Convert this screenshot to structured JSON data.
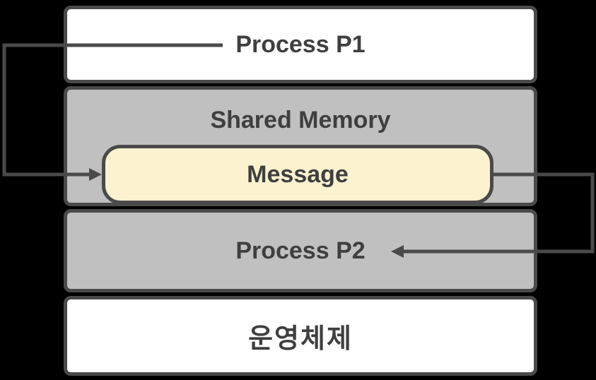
{
  "diagram": {
    "name": "shared-memory-ipc-diagram",
    "boxes": {
      "process_p1": {
        "label": "Process P1",
        "fill": "white"
      },
      "shared_memory": {
        "label": "Shared Memory",
        "fill": "gray"
      },
      "message": {
        "label": "Message",
        "fill": "cream"
      },
      "process_p2": {
        "label": "Process P2",
        "fill": "gray"
      },
      "os": {
        "label": "운영체제",
        "fill": "white"
      }
    },
    "arrows": [
      {
        "name": "p1-to-message",
        "from": "Process P1",
        "to": "Message",
        "direction": "left-down-right"
      },
      {
        "name": "message-to-p2",
        "from": "Message",
        "to": "Process P2",
        "direction": "right-down-left"
      }
    ]
  },
  "colors": {
    "background": "#000000",
    "box_border": "#4a4a4a",
    "arrow": "#4a4a4a",
    "white_fill": "#ffffff",
    "gray_fill": "#c0c0c0",
    "message_fill": "#fdf2cf",
    "text": "#3f3f3f"
  }
}
